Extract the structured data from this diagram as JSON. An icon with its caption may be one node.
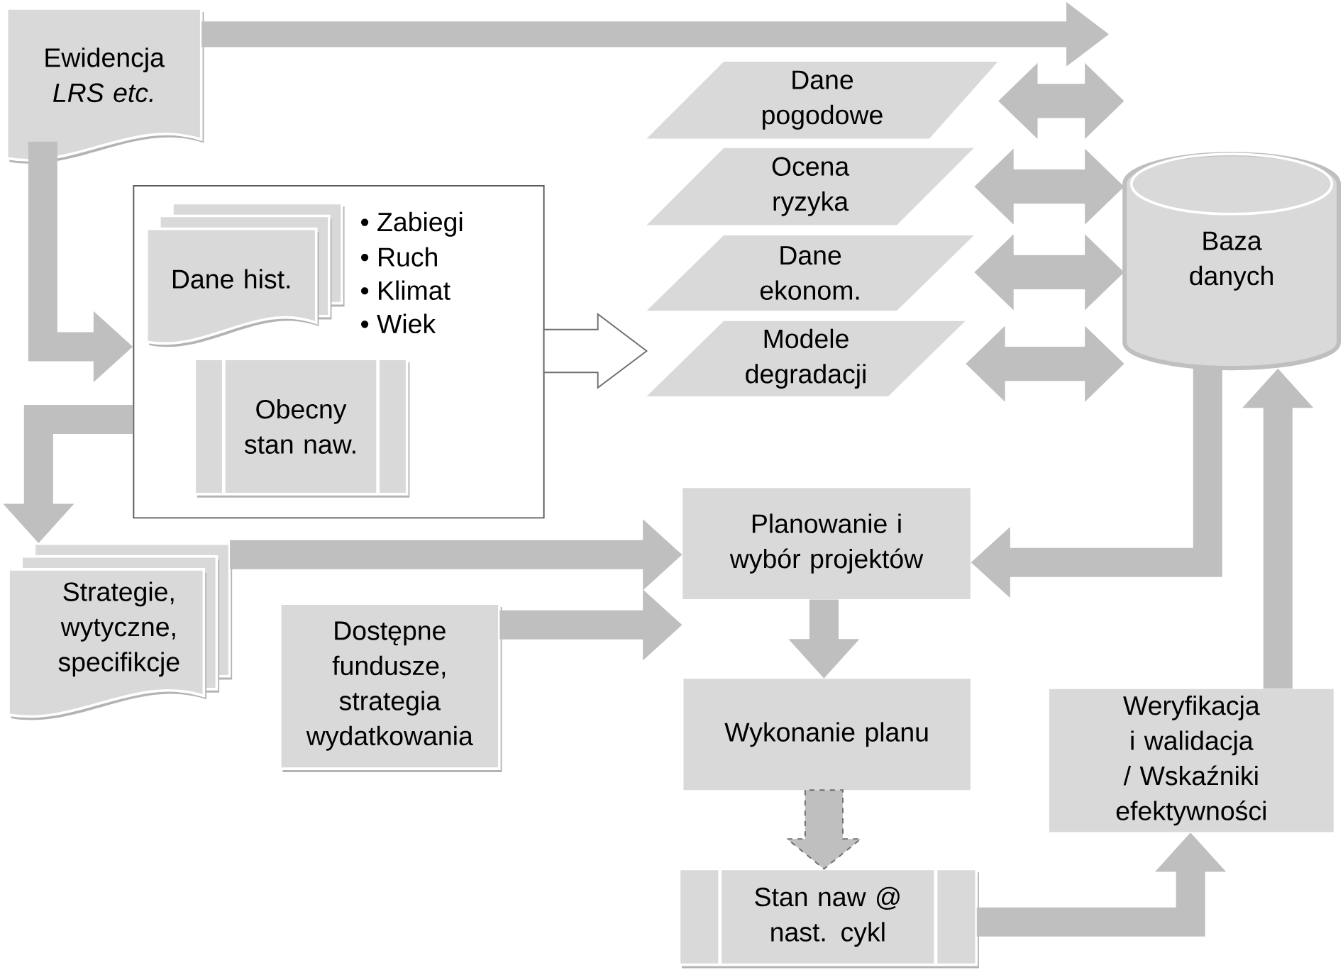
{
  "diagram": {
    "nodes": [
      {
        "text": [
          "Ewidencja *LRS etc.*"
        ]
      },
      {
        "text": [
          "• Zabiegi",
          "• Ruch",
          "• Klimat",
          "• Wiek"
        ]
      },
      {
        "text": [
          "Dane hist."
        ],
        "in": 1
      },
      {
        "text": [
          "Obecny stan naw."
        ],
        "in": 1
      },
      {
        "text": [
          "Dane pogodowe"
        ]
      },
      {
        "text": [
          "Ocena ryzyka"
        ]
      },
      {
        "text": [
          "Dane ekonom."
        ]
      },
      {
        "text": [
          "Modele degradacji"
        ]
      },
      {
        "text": [
          "Baza danych"
        ]
      },
      {
        "text": [
          "Strategie, wytyczne, specifikcje"
        ]
      },
      {
        "text": [
          "Dostępne fundusze, strategia wydatkowania"
        ]
      },
      {
        "text": [
          "Planowanie i wybór projektów"
        ]
      },
      {
        "text": [
          "Wykonanie planu"
        ]
      },
      {
        "text": [
          "Stan naw @ nast. cykl"
        ]
      },
      {
        "text": [
          "Weryfikacja i walidacja / Wskaźniki efektywności"
        ]
      }
    ],
    "edges": [
      {
        "from": 0,
        "to": null,
        "arrow": "to"
      },
      {
        "from": 0,
        "to": 1,
        "arrow": "to"
      },
      {
        "from": 1,
        "to": 9,
        "arrow": "to"
      },
      {
        "from": 1,
        "to": 7,
        "arrow": "to",
        "color": "#ffffff"
      },
      {
        "from": 4,
        "to": 8,
        "arrow": "both"
      },
      {
        "from": 5,
        "to": 8,
        "arrow": "both"
      },
      {
        "from": 6,
        "to": 8,
        "arrow": "both"
      },
      {
        "from": 7,
        "to": 8,
        "arrow": "both"
      },
      {
        "from": 9,
        "to": 11,
        "arrow": "to"
      },
      {
        "from": 10,
        "to": 11,
        "arrow": "to"
      },
      {
        "from": 8,
        "to": 11,
        "arrow": "to"
      },
      {
        "from": 11,
        "to": 12,
        "arrow": "to"
      },
      {
        "from": 12,
        "to": 13,
        "arrow": "to",
        "style": "dashed"
      },
      {
        "from": 13,
        "to": 14,
        "arrow": "to"
      },
      {
        "from": 14,
        "to": 8,
        "arrow": "to"
      }
    ]
  }
}
